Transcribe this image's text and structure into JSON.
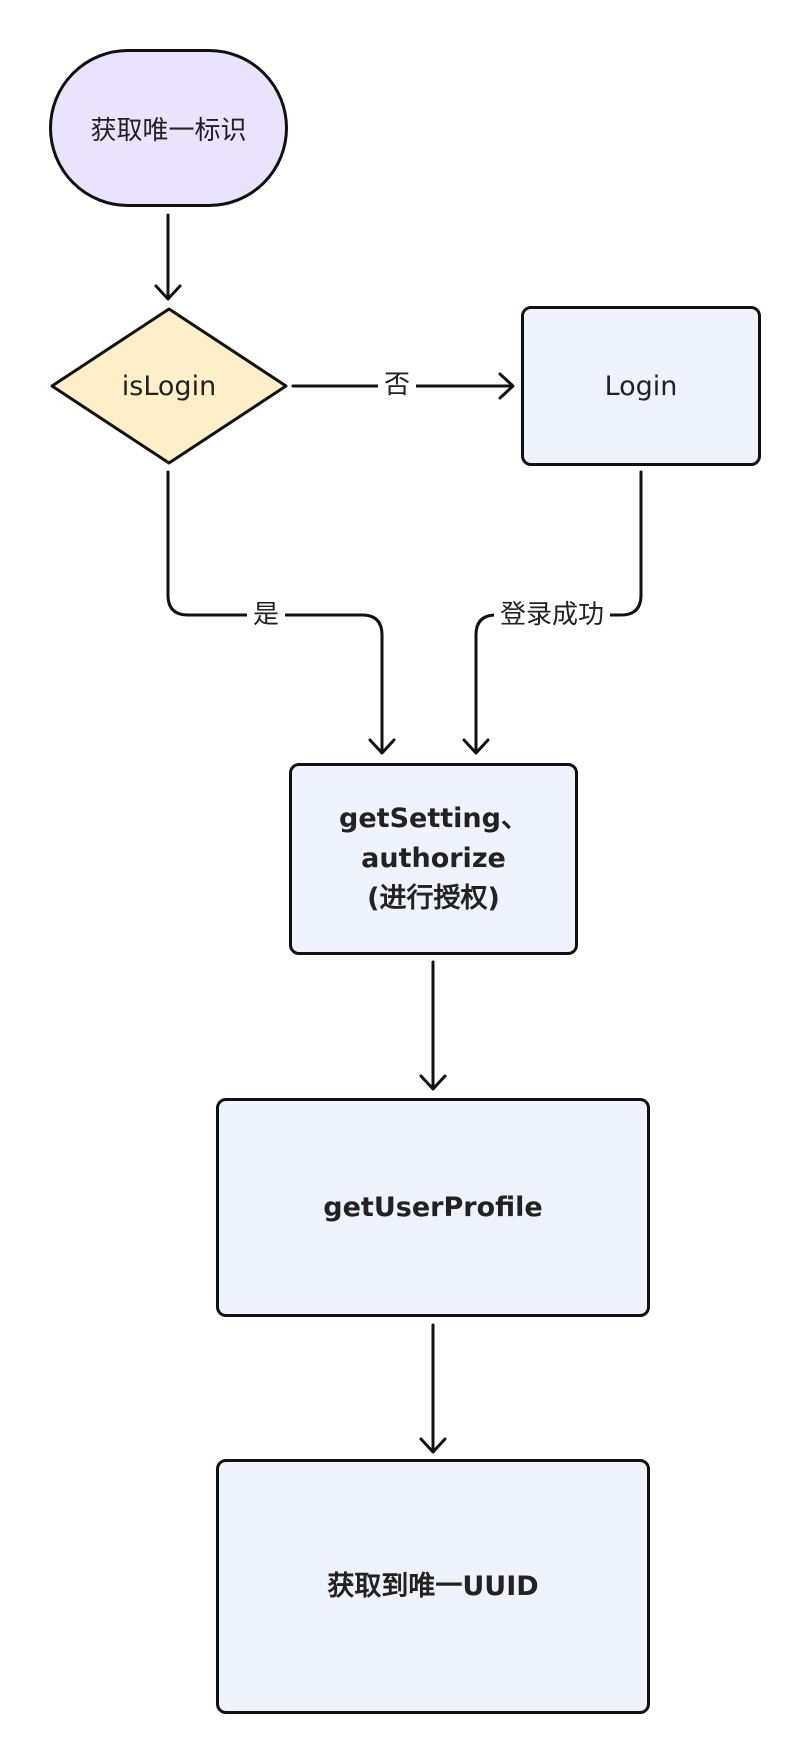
{
  "colors": {
    "stroke": "#111111",
    "start_fill": "#e9e4fc",
    "decision_fill": "#fdf0c8",
    "process_fill": "#eef3fd"
  },
  "nodes": {
    "start": "获取唯一标识",
    "decision": "isLogin",
    "login": "Login",
    "authorize_line1": "getSetting、",
    "authorize_line2": "authorize",
    "authorize_line3": "(进行授权)",
    "profile": "getUserProfile",
    "result": "获取到唯一UUID"
  },
  "edges": {
    "no": "否",
    "yes": "是",
    "login_success": "登录成功"
  }
}
